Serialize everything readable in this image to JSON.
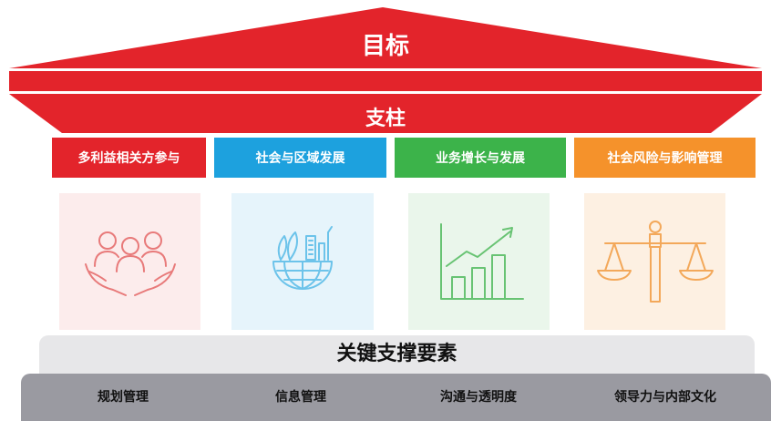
{
  "roof": {
    "goal": "目标",
    "pillar_title": "支柱"
  },
  "pillars": [
    {
      "label": "多利益相关方参与",
      "color": "#e3242b",
      "bg": "#fcecec",
      "icon": "people-in-hands-icon",
      "stroke": "#e87a7a"
    },
    {
      "label": "社会与区域发展",
      "color": "#1da1de",
      "bg": "#e6f4fb",
      "icon": "city-on-globe-icon",
      "stroke": "#6cc3ea"
    },
    {
      "label": "业务增长与发展",
      "color": "#3cb34a",
      "bg": "#eaf6eb",
      "icon": "growth-chart-icon",
      "stroke": "#68c373"
    },
    {
      "label": "社会风险与影响管理",
      "color": "#f5922b",
      "bg": "#fdf0e2",
      "icon": "balance-scale-icon",
      "stroke": "#f3a85a"
    }
  ],
  "support": {
    "title": "关键支撑要素",
    "items": [
      "规划管理",
      "信息管理",
      "沟通与透明度",
      "领导力与内部文化"
    ]
  }
}
